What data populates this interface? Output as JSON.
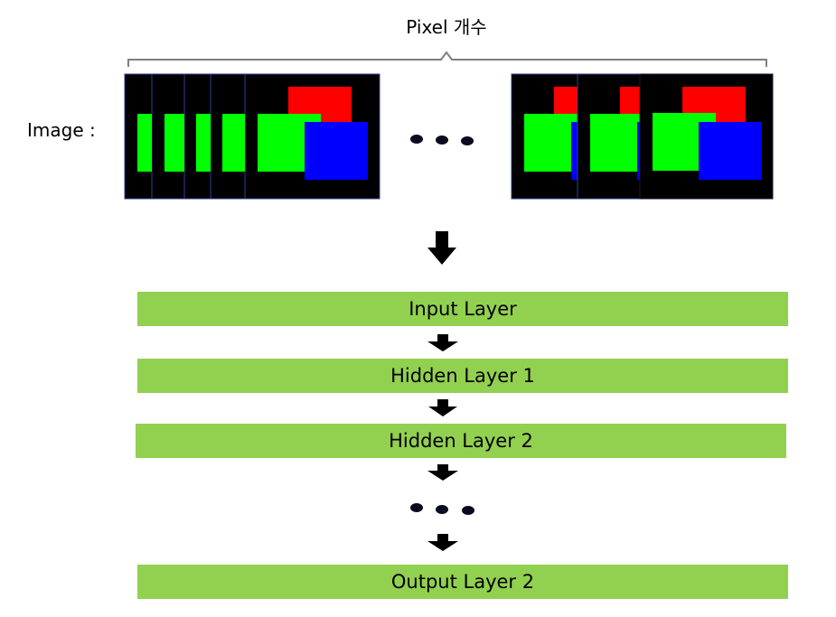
{
  "header": {
    "title": "Pixel 개수"
  },
  "image_row": {
    "label": "Image :"
  },
  "layers": [
    {
      "label": "Input Layer"
    },
    {
      "label": "Hidden Layer 1"
    },
    {
      "label": "Hidden Layer 2"
    },
    {
      "label": "Output Layer 2"
    }
  ],
  "colors": {
    "layer_fill": "#92d050",
    "square_red": "#ff0000",
    "square_green": "#00ff00",
    "square_blue": "#0000ff",
    "frame_bg": "#000000"
  }
}
